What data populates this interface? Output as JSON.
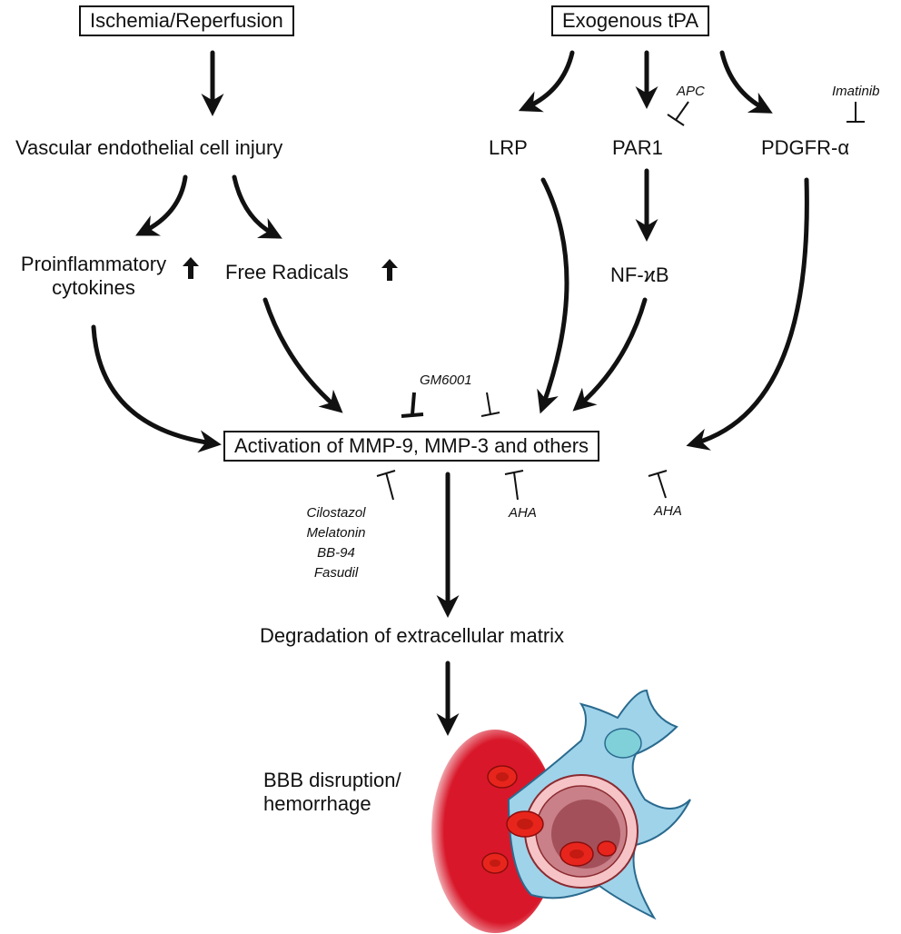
{
  "nodes": {
    "ischemia": "Ischemia/Reperfusion",
    "tpa": "Exogenous tPA",
    "endothelial": "Vascular endothelial cell injury",
    "lrp": "LRP",
    "par1": "PAR1",
    "pdgfr": "PDGFR-α",
    "cytokines_line1": "Proinflammatory",
    "cytokines_line2": "cytokines",
    "radicals": "Free Radicals",
    "nfkb": "NF-ϰB",
    "mmp": "Activation of MMP-9, MMP-3 and others",
    "degradation": "Degradation of extracellular matrix",
    "bbb_line1": "BBB disruption/",
    "bbb_line2": "hemorrhage"
  },
  "inhibitors": {
    "apc": "APC",
    "imatinib": "Imatinib",
    "gm6001": "GM6001",
    "drugs": [
      "Cilostazol",
      "Melatonin",
      "BB-94",
      "Fasudil"
    ],
    "aha_1": "AHA",
    "aha_2": "AHA"
  },
  "icons": {
    "up_arrow": "up-arrow-icon",
    "vessel": "blood-vessel-illustration"
  },
  "colors": {
    "blood": "#d8182a",
    "rbc": "#e8251c",
    "cell_blue": "#9fd3ea",
    "vessel_wall": "#c9808a"
  }
}
